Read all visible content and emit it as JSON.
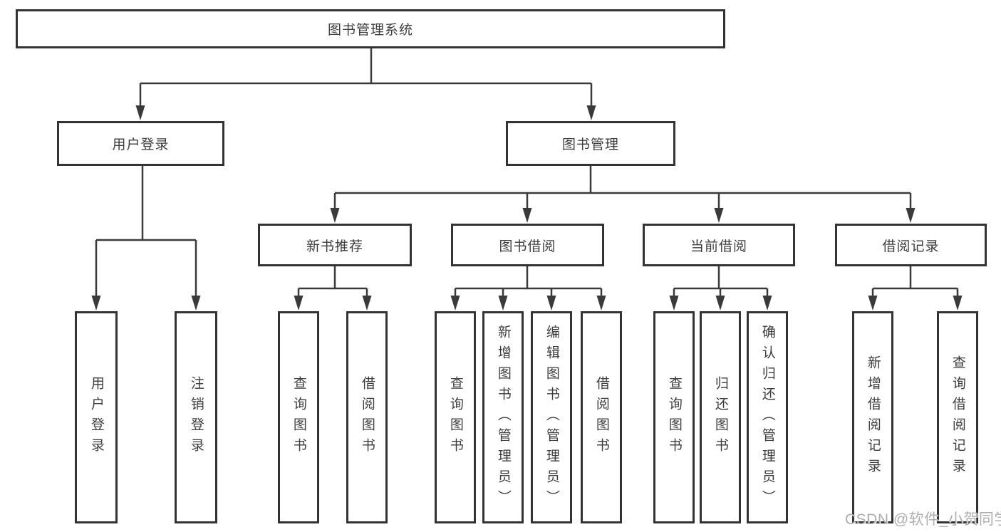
{
  "diagram": {
    "root": {
      "label": "图书管理系统"
    },
    "level2": {
      "user_login": {
        "label": "用户登录"
      },
      "book_management": {
        "label": "图书管理"
      }
    },
    "level3": {
      "new_book_recommend": {
        "label": "新书推荐"
      },
      "book_borrow": {
        "label": "图书借阅"
      },
      "current_borrow": {
        "label": "当前借阅"
      },
      "borrow_records": {
        "label": "借阅记录"
      }
    },
    "leaves": {
      "user_login": "用户登录",
      "logout": "注销登录",
      "query_books_recommend": "查询图书",
      "borrow_books_recommend": "借阅图书",
      "query_books_borrow": "查询图书",
      "add_books_admin": "新增图书（管理员）",
      "edit_books_admin": "编辑图书（管理员）",
      "borrow_books": "借阅图书",
      "query_books_current": "查询图书",
      "return_books": "归还图书",
      "confirm_return_admin": "确认归还（管理员）",
      "add_borrow_record": "新增借阅记录",
      "query_borrow_record": "查询借阅记录"
    }
  },
  "watermark": {
    "text": "CSDN @软件_小贺同学"
  },
  "colors": {
    "line": "#3a3a3a",
    "box_border": "#333333",
    "text": "#3d3d3d",
    "watermark": "#aeaeae",
    "background": "#ffffff"
  }
}
